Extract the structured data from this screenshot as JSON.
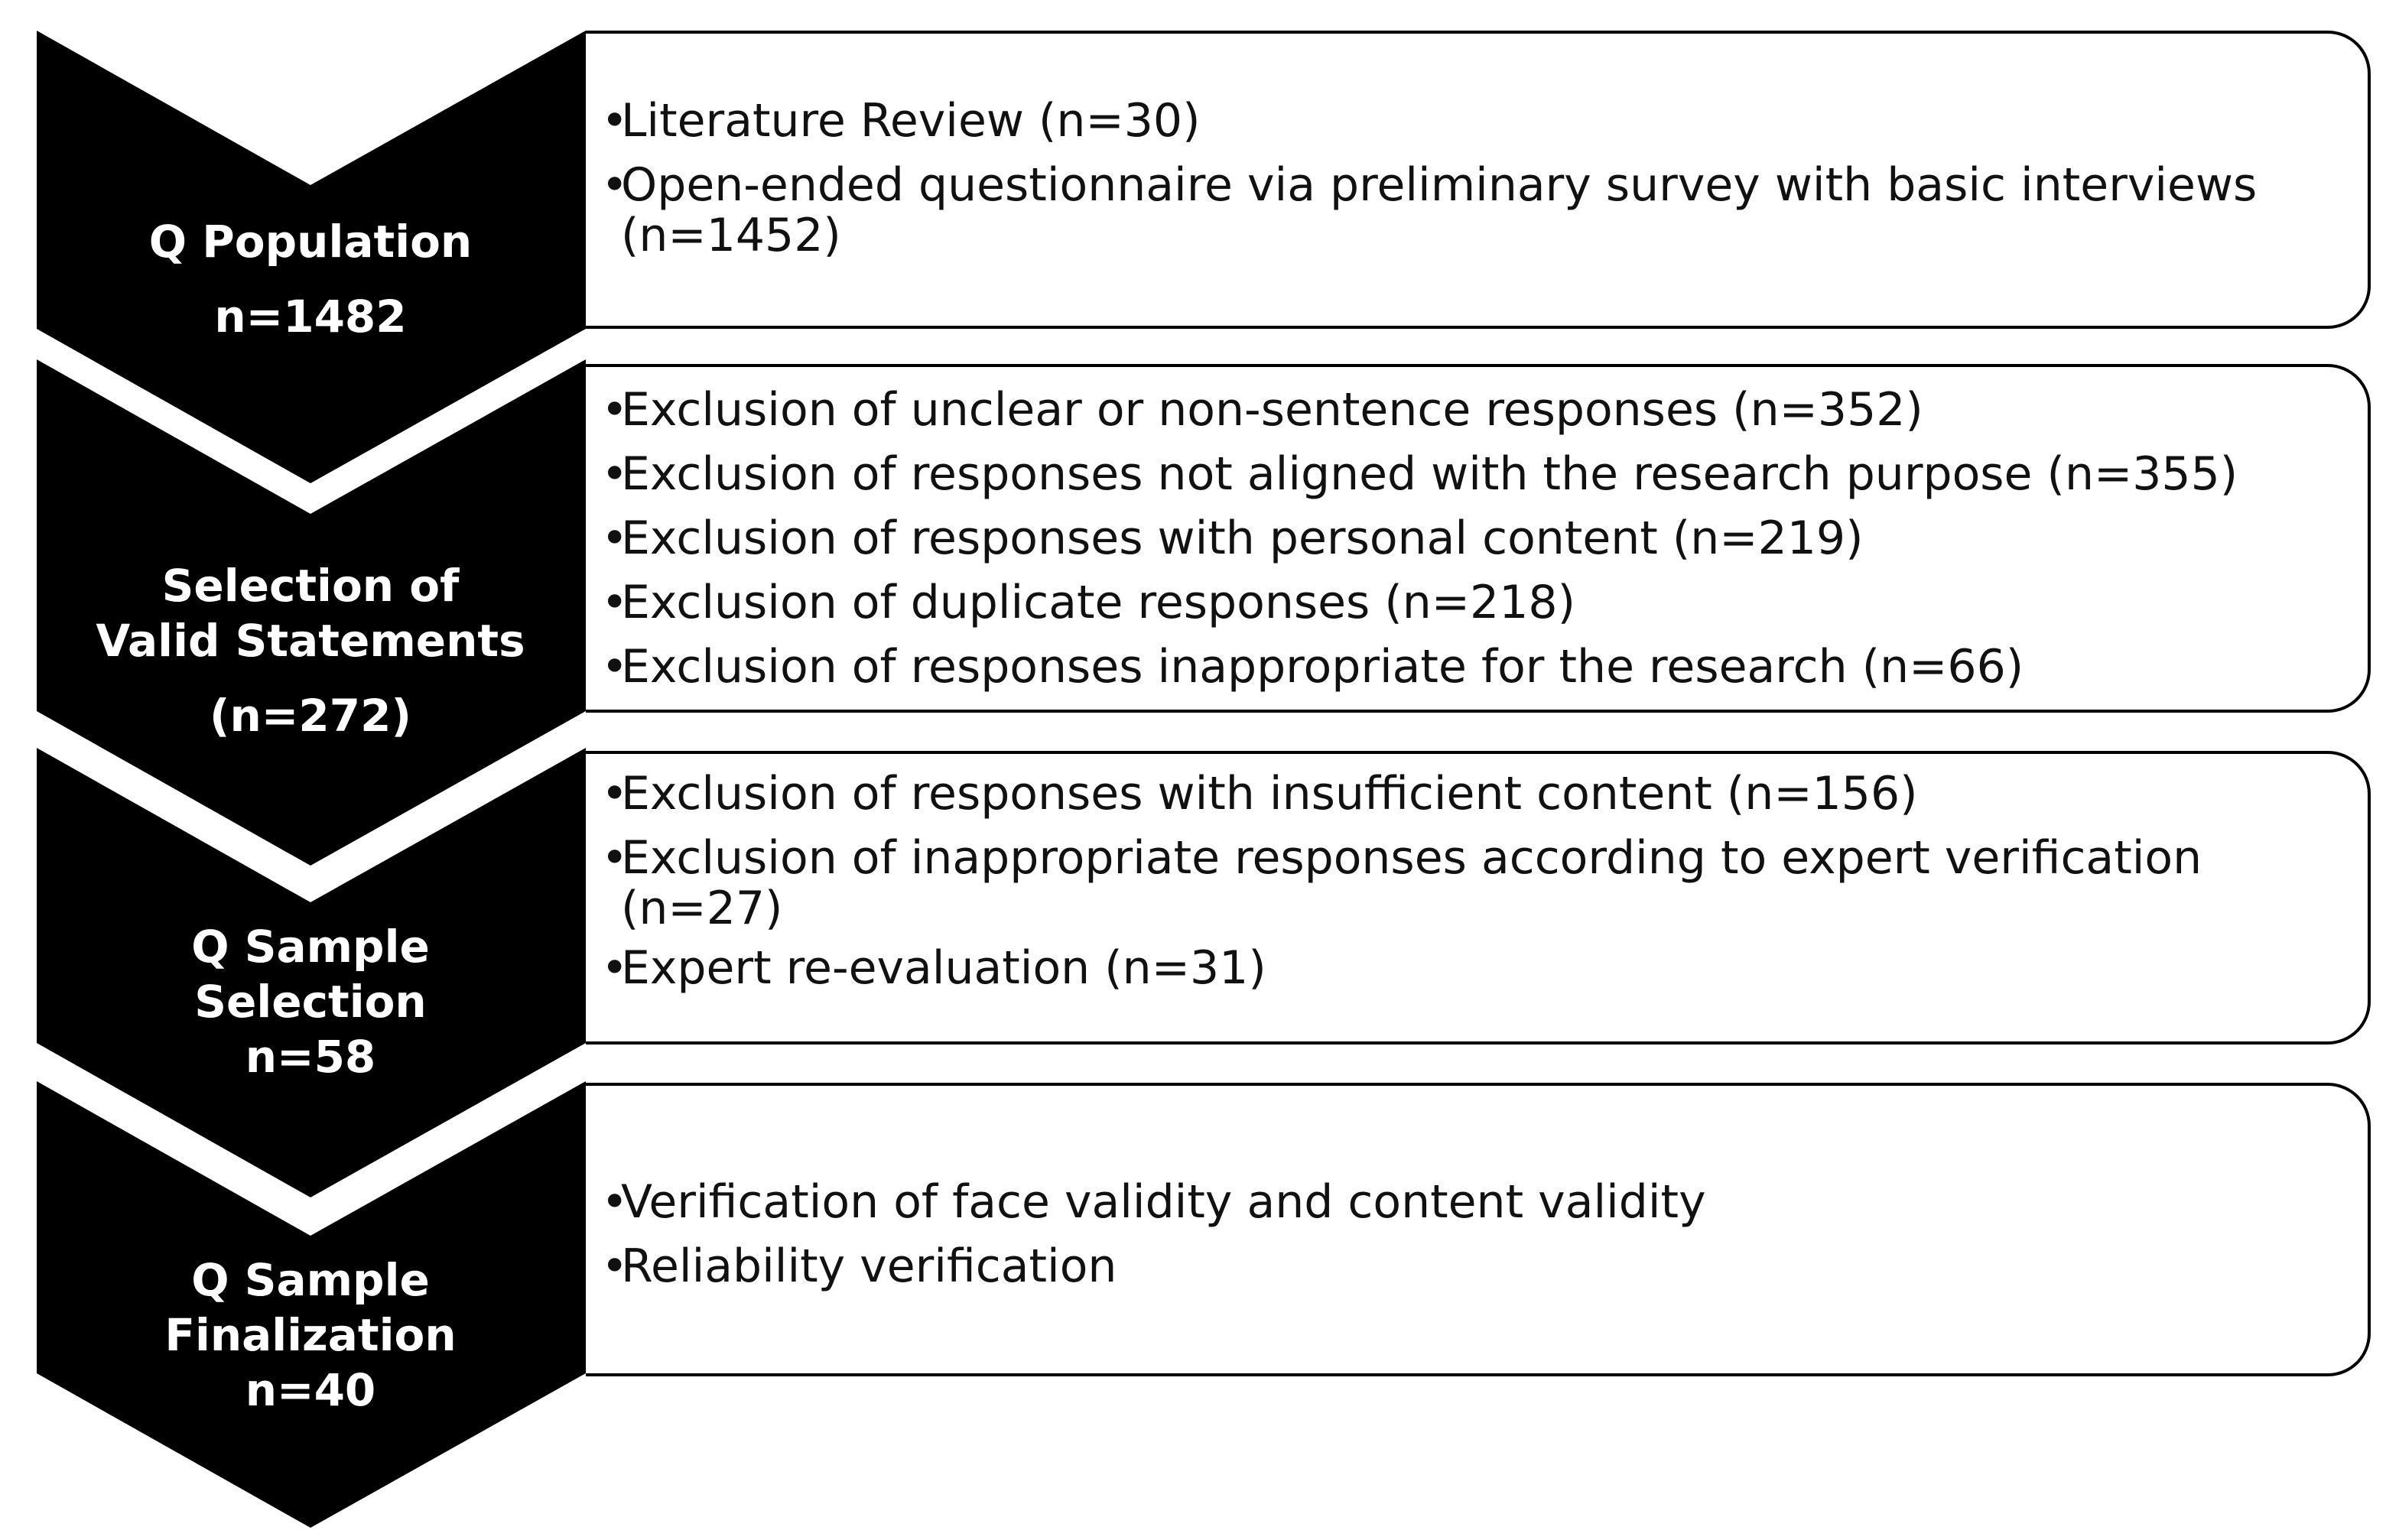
{
  "stages": [
    {
      "title_lines": [
        "Q Population",
        "n=1482"
      ],
      "bullets": [
        {
          "line1": "Literature Review (n=30)"
        },
        {
          "line1": "Open-ended questionnaire via preliminary survey with basic interviews",
          "line2": "(n=1452)"
        }
      ]
    },
    {
      "title_lines": [
        "Selection of",
        "Valid Statements",
        "(n=272)"
      ],
      "bullets": [
        {
          "line1": "Exclusion of unclear or non-sentence responses (n=352)"
        },
        {
          "line1": "Exclusion of responses not aligned with the research purpose (n=355)"
        },
        {
          "line1": "Exclusion of responses with personal content (n=219)"
        },
        {
          "line1": "Exclusion of duplicate responses (n=218)"
        },
        {
          "line1": "Exclusion of responses inappropriate for the research (n=66)"
        }
      ]
    },
    {
      "title_lines": [
        "Q Sample",
        "Selection",
        "n=58"
      ],
      "bullets": [
        {
          "line1": "Exclusion of responses with insufficient content (n=156)"
        },
        {
          "line1": "Exclusion of inappropriate responses according to expert verification",
          "line2": "(n=27)"
        },
        {
          "line1": "Expert re-evaluation (n=31)"
        }
      ]
    },
    {
      "title_lines": [
        "Q Sample",
        "Finalization",
        "n=40"
      ],
      "bullets": [
        {
          "line1": "Verification of face validity and content validity"
        },
        {
          "line1": "Reliability verification"
        }
      ]
    }
  ],
  "bullet_char": "•",
  "colors": {
    "chevron": "#000000",
    "box_border": "#000000",
    "text": "#111111",
    "label": "#ffffff"
  }
}
